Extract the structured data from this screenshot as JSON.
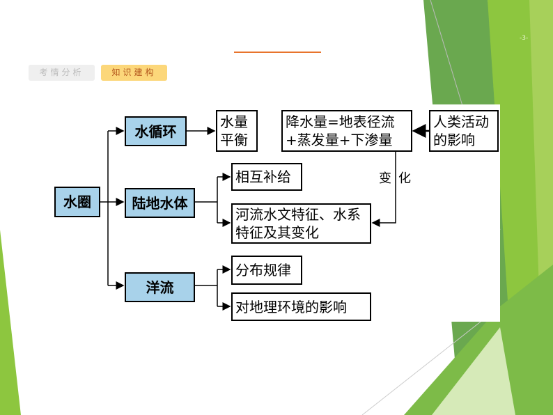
{
  "page_number": "-3-",
  "tabs": [
    "考情分析",
    "知识建构"
  ],
  "diagram": {
    "root": "水圈",
    "branches": [
      "水循环",
      "陆地水体",
      "洋流"
    ],
    "water_balance": "水量平衡",
    "equation_line1": "降水量=地表径流",
    "equation_line2": "+蒸发量+下渗量",
    "human_line1": "人类活动",
    "human_line2": "的影响",
    "change": "变化",
    "land_items": [
      "相互补给",
      "河流水文特征、水系特征及其变化"
    ],
    "ocean_items": [
      "分布规律",
      "对地理环境的影响"
    ]
  },
  "colors": {
    "box_fill": "#a8d2ea",
    "green": "#8dc63f"
  }
}
